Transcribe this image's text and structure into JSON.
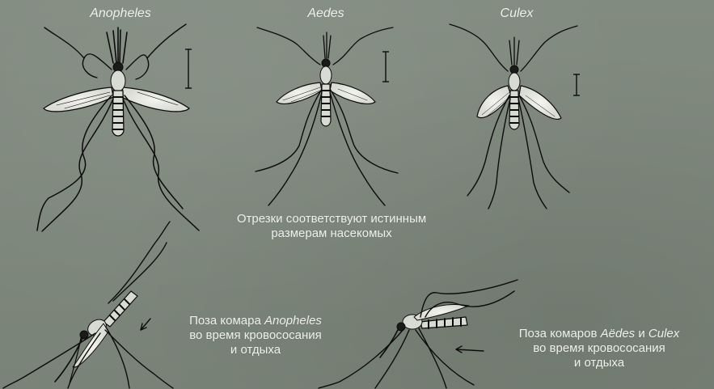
{
  "titles": {
    "anopheles": "Anopheles",
    "aedes": "Aedes",
    "culex": "Culex"
  },
  "scale_note": {
    "line1": "Отрезки соответствуют истинным",
    "line2": "размерам насекомых"
  },
  "pose_anopheles": {
    "prefix": "Поза комара ",
    "genus": "Anopheles",
    "line2": "во время кровососания",
    "line3": "и отдыха"
  },
  "pose_aedes_culex": {
    "prefix": "Поза комаров ",
    "genus1": "Aëdes",
    "conj": " и ",
    "genus2": "Culex",
    "line2": "во время кровососания",
    "line3": "и отдыха"
  },
  "colors": {
    "background": "#7b8479",
    "ink": "#0c0c0c",
    "text": "#eef1ec"
  }
}
